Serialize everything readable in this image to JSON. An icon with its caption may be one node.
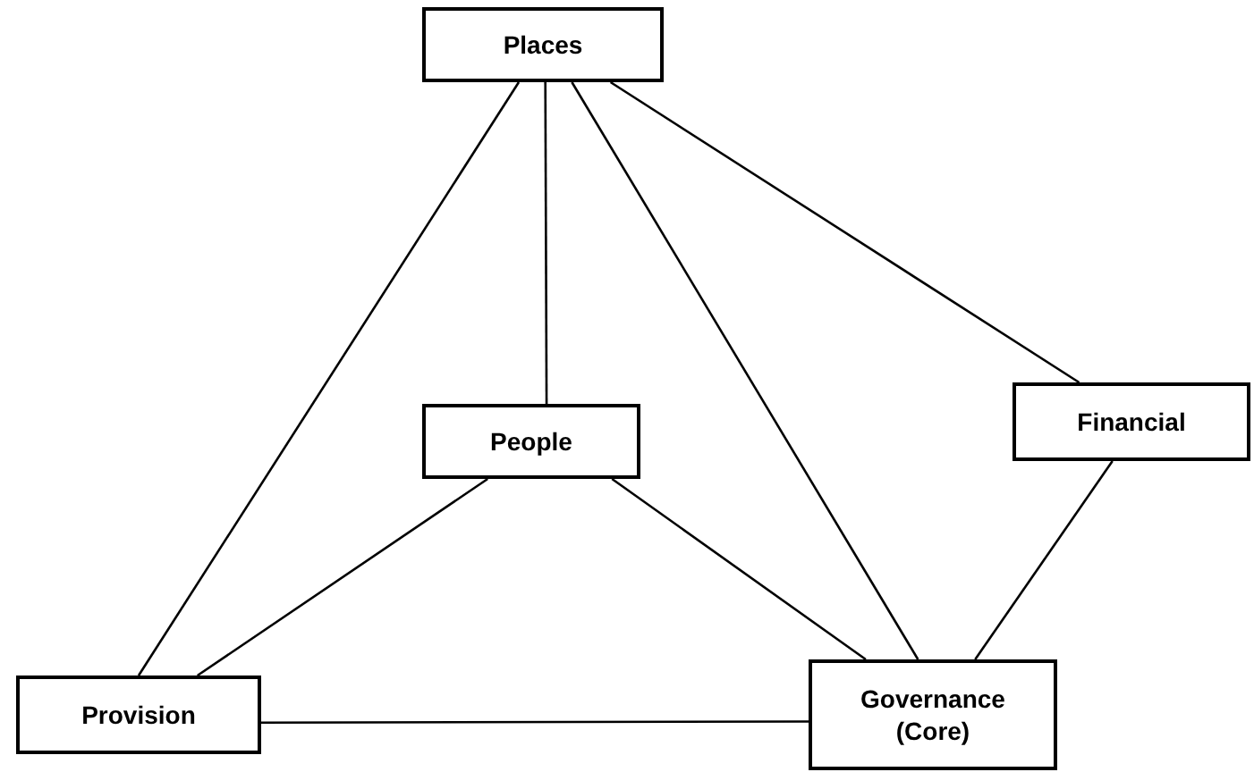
{
  "diagram": {
    "nodes": [
      {
        "text": [
          "Places"
        ]
      },
      {
        "text": [
          "People"
        ]
      },
      {
        "text": [
          "Financial"
        ]
      },
      {
        "text": [
          "Provision"
        ]
      },
      {
        "text": [
          "Governance (Core)"
        ]
      }
    ],
    "edges": [
      {
        "from": 0,
        "to": 3,
        "arrow": "none"
      },
      {
        "from": 0,
        "to": 1,
        "arrow": "none"
      },
      {
        "from": 0,
        "to": 4,
        "arrow": "none"
      },
      {
        "from": 0,
        "to": 2,
        "arrow": "none"
      },
      {
        "from": 1,
        "to": 3,
        "arrow": "none"
      },
      {
        "from": 1,
        "to": 4,
        "arrow": "none"
      },
      {
        "from": 2,
        "to": 4,
        "arrow": "none"
      },
      {
        "from": 3,
        "to": 4,
        "arrow": "none"
      }
    ]
  }
}
